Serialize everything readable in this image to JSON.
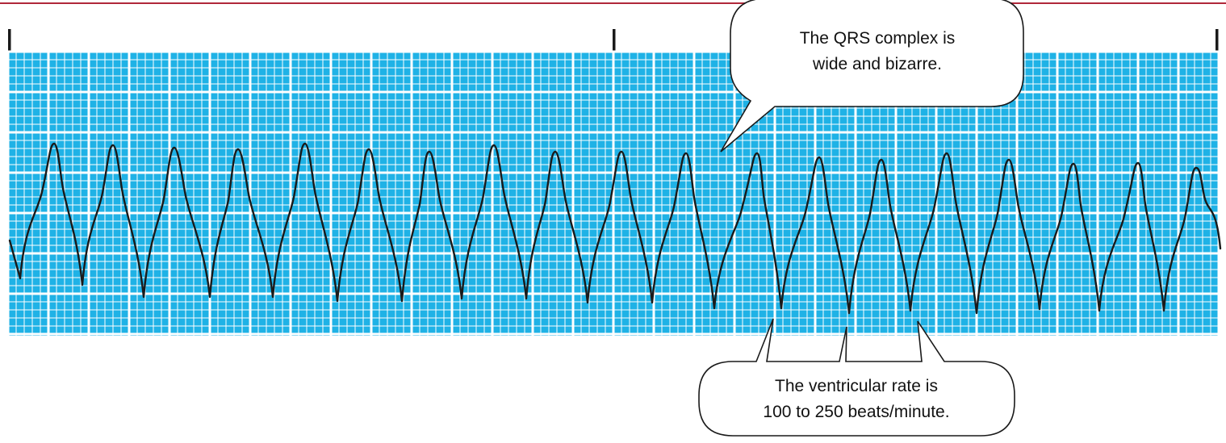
{
  "colors": {
    "top_rule": "#b0283a",
    "grid_background": "#1fb2e6",
    "grid_lines": "#ffffff",
    "trace": "#1a1a1a",
    "callout_fill": "#ffffff",
    "callout_stroke": "#1a1a1a"
  },
  "callouts": {
    "qrs": {
      "line1": "The QRS complex is",
      "line2": "wide and bizarre."
    },
    "rate": {
      "line1": "The ventricular rate is",
      "line2": "100 to 250 beats/minute."
    }
  }
}
